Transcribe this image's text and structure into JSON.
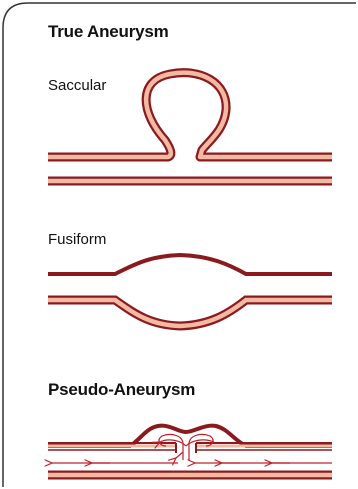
{
  "sections": {
    "true_aneurysm": {
      "title": "True Aneurysm"
    },
    "saccular": {
      "label": "Saccular"
    },
    "fusiform": {
      "label": "Fusiform"
    },
    "pseudo_aneurysm": {
      "title": "Pseudo-Aneurysm"
    }
  },
  "colors": {
    "wall_outer": "#8b1a1f",
    "wall_inner": "#f2b9a3",
    "flow_arrow": "#c0202a",
    "border": "#333333"
  },
  "icons": [
    "flow-arrow-icon"
  ]
}
